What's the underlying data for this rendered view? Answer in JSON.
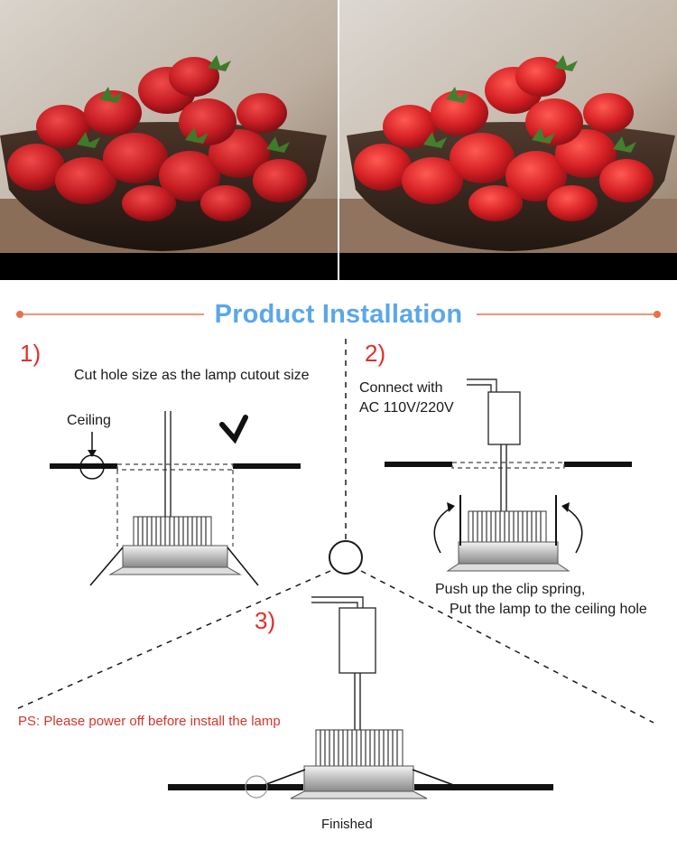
{
  "title": "Product Installation",
  "colors": {
    "title": "#5aa7ea",
    "accent": "#e8704a",
    "step": "#e0302a",
    "warning": "#d8342c"
  },
  "photos": {
    "left": "strawberries-before",
    "right": "strawberries-after"
  },
  "steps": [
    {
      "number": "1)",
      "caption": "Cut hole size as the lamp cutout size",
      "label": "Ceiling"
    },
    {
      "number": "2)",
      "caption_line1": "Connect with",
      "caption_line2": "AC 110V/220V",
      "note_line1": "Push up the clip spring,",
      "note_line2": "Put the lamp to the ceiling hole"
    },
    {
      "number": "3)",
      "caption": "Finished"
    }
  ],
  "warning": "PS: Please power off before install the lamp"
}
